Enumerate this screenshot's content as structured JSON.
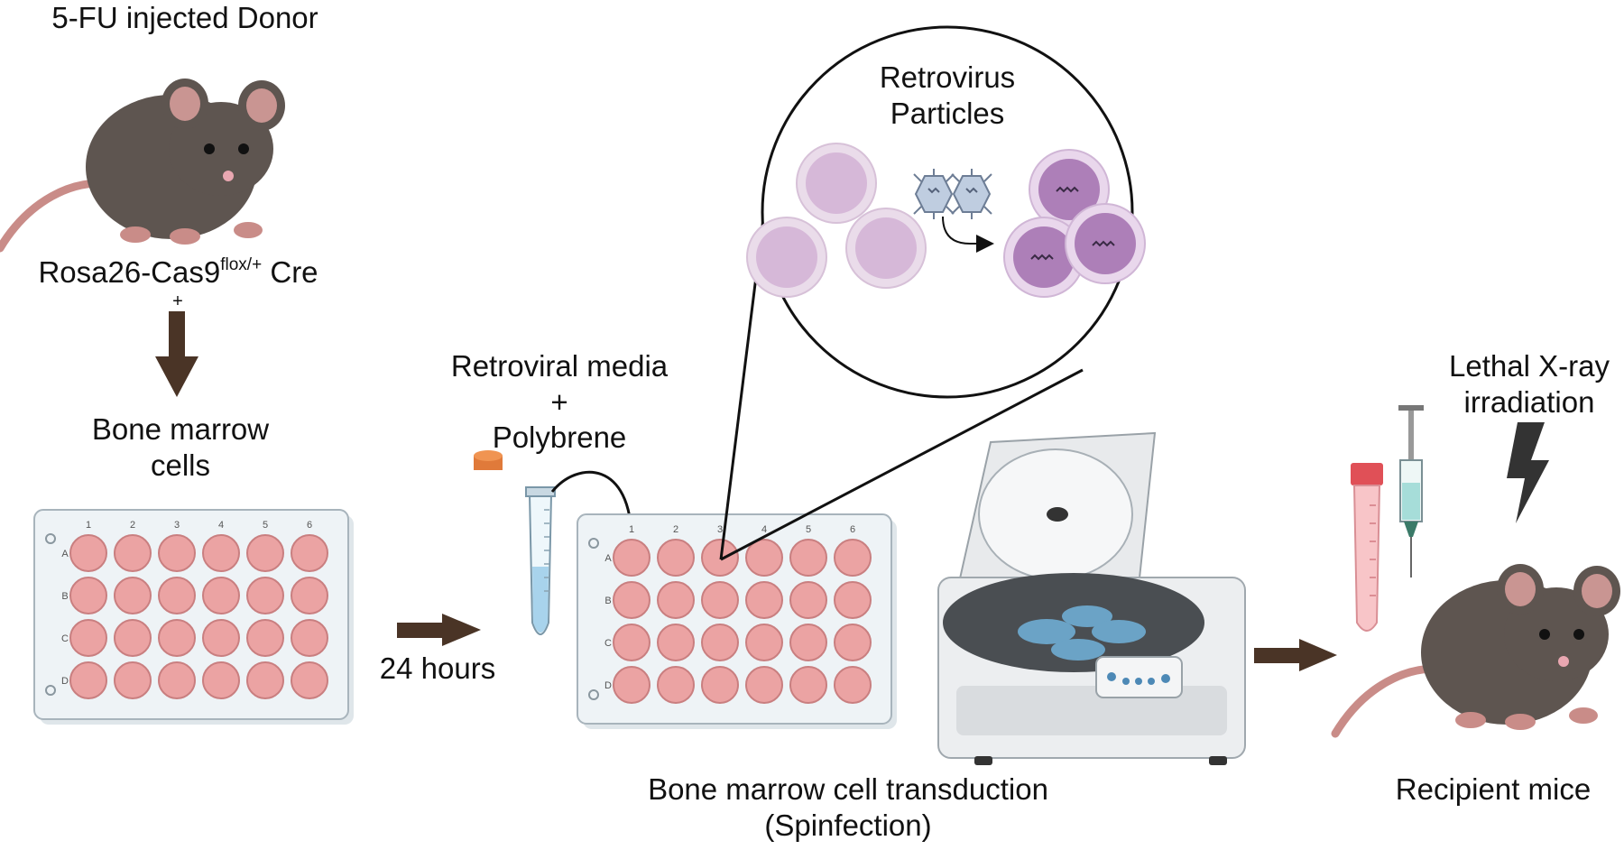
{
  "labels": {
    "donor_title": "5-FU injected Donor",
    "genotype_main": "Rosa26-Cas9",
    "genotype_sup": "flox/+",
    "genotype_suffix": " Cre",
    "plus": "+",
    "bone_marrow_line1": "Bone marrow",
    "bone_marrow_line2": "cells",
    "hours": "24 hours",
    "media_line1": "Retroviral media",
    "media_plus": "+",
    "media_line2": "Polybrene",
    "virus_line1": "Retrovirus",
    "virus_line2": "Particles",
    "xray_line1": "Lethal X-ray",
    "xray_line2": "irradiation",
    "transduction_line1": "Bone marrow cell transduction",
    "transduction_line2": "(Spinfection)",
    "recipient": "Recipient mice"
  },
  "plate": {
    "columns": [
      "1",
      "2",
      "3",
      "4",
      "5",
      "6"
    ],
    "rows": [
      "A",
      "B",
      "C",
      "D"
    ]
  },
  "colors": {
    "arrow": "#4a3426",
    "well": "#eba3a3",
    "plate": "#eef3f6",
    "mouse": "#5e5550",
    "cell_light": "#dcbfdc",
    "cell_dark": "#a978b3",
    "tube_cap": "#e07a3a"
  }
}
